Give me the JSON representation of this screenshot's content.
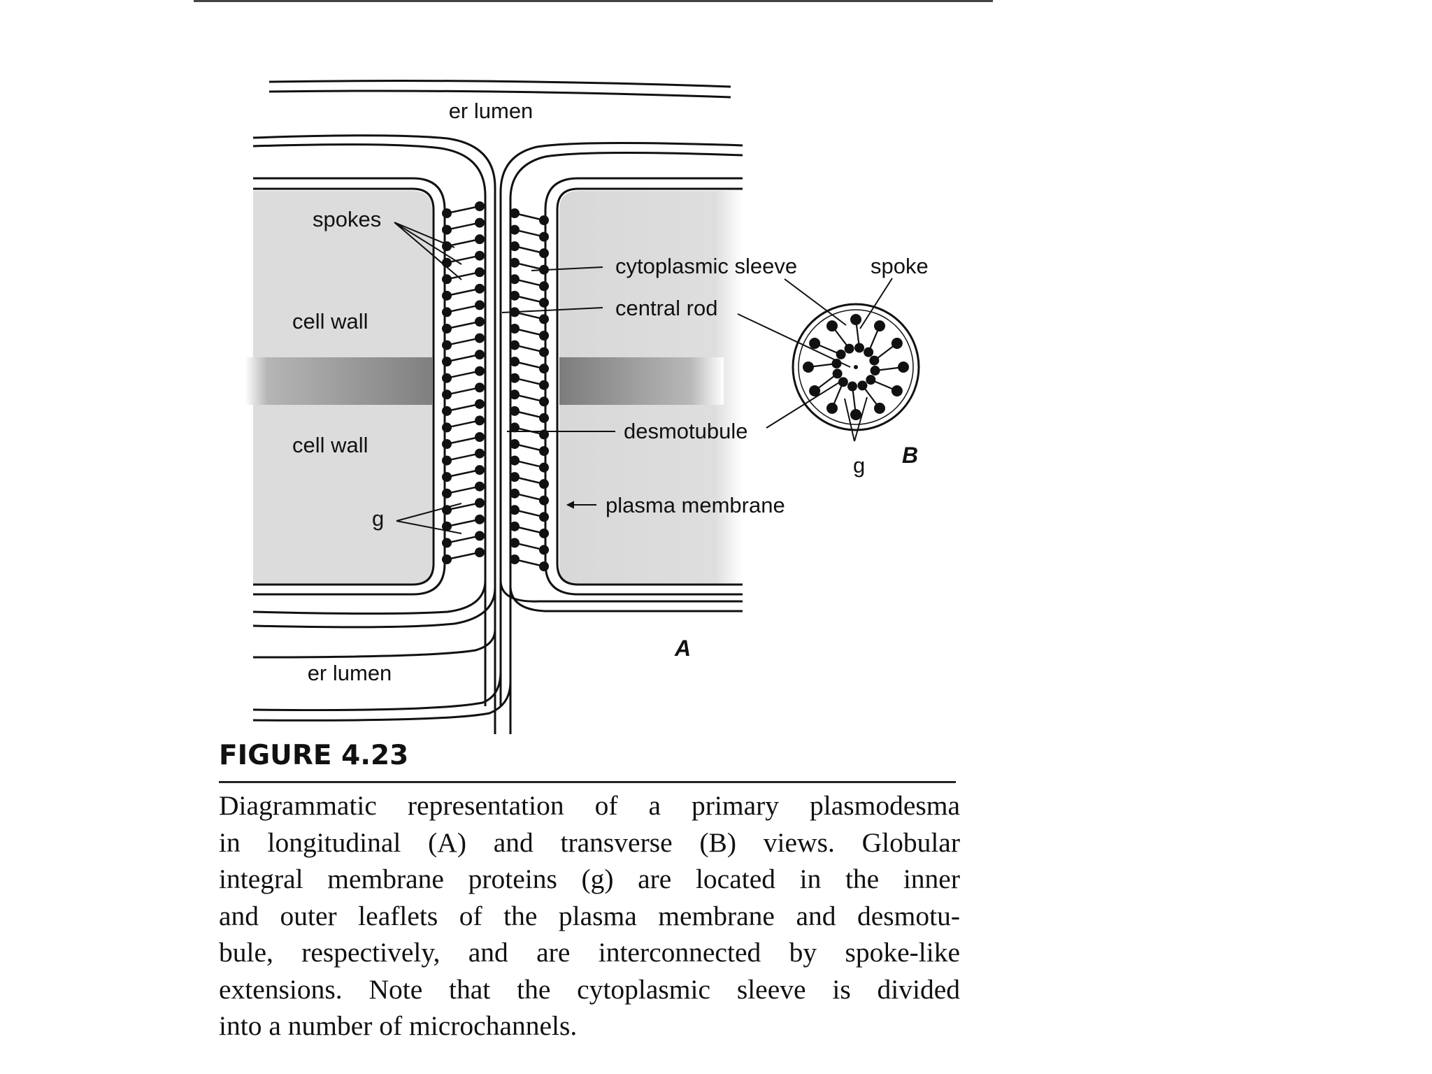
{
  "diagram": {
    "labels": {
      "er_lumen_top": "er lumen",
      "er_lumen_bottom": "er lumen",
      "spokes": "spokes",
      "cell_wall_upper": "cell wall",
      "cell_wall_lower": "cell wall",
      "g_left": "g",
      "cytoplasmic_sleeve": "cytoplasmic sleeve",
      "central_rod": "central rod",
      "desmotubule": "desmotubule",
      "plasma_membrane": "plasma membrane",
      "spoke": "spoke",
      "g_right": "g",
      "panel_a": "A",
      "panel_b": "B"
    },
    "colors": {
      "cell_wall_fill": "#dcdcdc",
      "middle_lamella": "#8a8a8a",
      "ink": "#111111"
    }
  },
  "figure": {
    "title": "FIGURE 4.23",
    "caption_lines": [
      "Diagrammatic representation of a primary plasmodesma",
      "in longitudinal (A) and transverse (B) views. Globular",
      "integral membrane proteins (g) are located in the inner",
      "and outer leaflets of the plasma membrane and desmotu-",
      "bule, respectively, and are interconnected by spoke-like",
      "extensions. Note that the cytoplasmic sleeve is divided",
      "into a number of microchannels."
    ]
  }
}
